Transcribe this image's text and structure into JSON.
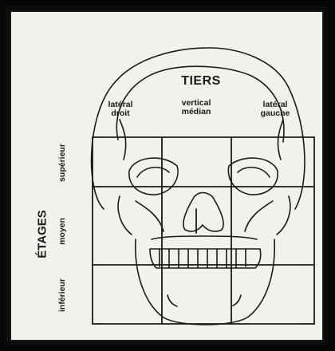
{
  "diagram": {
    "header": "TIERS",
    "columns": [
      {
        "line1": "latéral",
        "line2": "droit"
      },
      {
        "line1": "vertical",
        "line2": "médian"
      },
      {
        "line1": "latéral",
        "line2": "gauche"
      }
    ],
    "side_label": "ÉTAGES",
    "rows": [
      "supérieur",
      "moyen",
      "inférieur"
    ]
  },
  "colors": {
    "frame": "#0b0b0b",
    "paper": "#f3f1ec",
    "ink": "#1a1a1a"
  }
}
